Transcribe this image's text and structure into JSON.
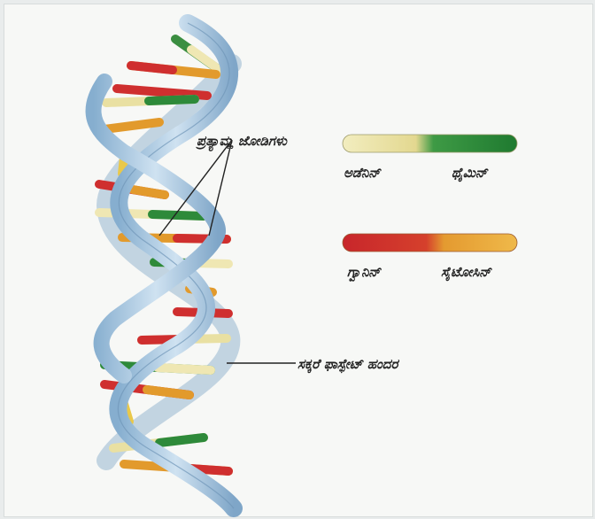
{
  "labels": {
    "base_pairs": "ಪ್ರತ್ಯಾಮ್ಲ ಜೋಡಿಗಳು",
    "adenine": "ಅಡೆನಿನ್",
    "thymine": "ಥೈಮಿನ್",
    "guanine": "ಗ್ವಾನಿನ್",
    "cytosine": "ಸೈಟೋಸಿನ್",
    "backbone": "ಸಕ್ಕರೆ ಫಾಸ್ಫೇಟ್ ಹಂದರ"
  },
  "colors": {
    "adenine": "#e9e0a2",
    "thymine": "#2e8a3a",
    "guanine": "#cf2f2f",
    "cytosine": "#e29a2c",
    "backbone": "#a9c9e2"
  }
}
